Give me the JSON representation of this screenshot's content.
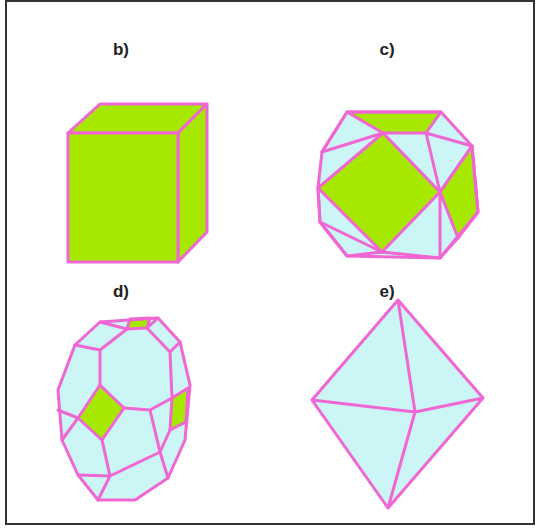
{
  "diagram": {
    "labels": [
      "b)",
      "c)",
      "d)",
      "e)"
    ]
  }
}
